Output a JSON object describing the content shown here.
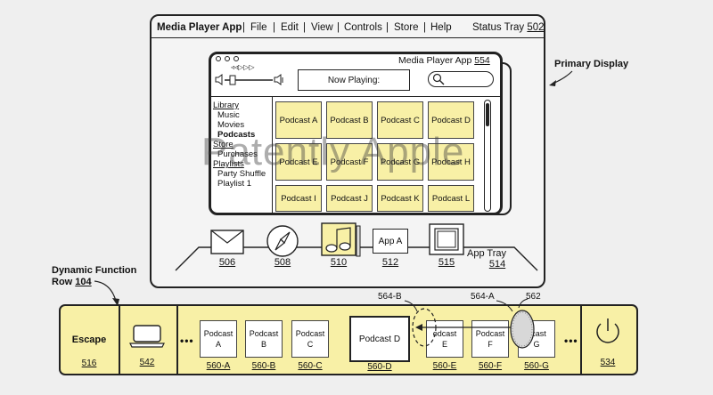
{
  "menubar": {
    "app_name": "Media Player App",
    "items": [
      "File",
      "Edit",
      "View",
      "Controls",
      "Store",
      "Help"
    ],
    "separator": "|",
    "status_tray": "Status Tray",
    "status_tray_ref": "502"
  },
  "window": {
    "title": "Media Player App",
    "title_ref": "554",
    "rewind_glyph": "◃◃",
    "play_glyph": "▷",
    "forward_glyph": "▷▷",
    "now_playing": "Now Playing:"
  },
  "sidebar": {
    "library": "Library",
    "library_items": [
      "Music",
      "Movies",
      "Podcasts"
    ],
    "store": "Store",
    "store_items": [
      "Purchases"
    ],
    "playlists": "Playlists",
    "playlist_items": [
      "Party Shuffle",
      "Playlist 1"
    ]
  },
  "tiles": [
    "Podcast A",
    "Podcast B",
    "Podcast C",
    "Podcast D",
    "Podcast E",
    "Podcast F",
    "Podcast G",
    "Podcast H",
    "Podcast I",
    "Podcast J",
    "Podcast K",
    "Podcast L"
  ],
  "dock": {
    "labels": [
      "506",
      "508",
      "510",
      "512",
      "515"
    ],
    "app_a": "App A",
    "app_tray": "App Tray",
    "app_tray_ref": "514"
  },
  "annotations": {
    "primary_display": "Primary Display",
    "dfr_line1": "Dynamic Function",
    "dfr_line2": "Row",
    "dfr_ref": "104",
    "ref_564b": "564-B",
    "ref_564a": "564-A",
    "ref_562": "562"
  },
  "touchbar": {
    "escape": "Escape",
    "escape_ref": "516",
    "laptop_ref": "542",
    "ellipsis": "•••",
    "podcast_word": "Podcast",
    "tiles": [
      {
        "letter": "A",
        "ref": "560-A"
      },
      {
        "letter": "B",
        "ref": "560-B"
      },
      {
        "letter": "C",
        "ref": "560-C"
      },
      {
        "letter": "E",
        "ref": "560-E"
      },
      {
        "letter": "F",
        "ref": "560-F"
      },
      {
        "letter": "G",
        "ref": "560-G"
      }
    ],
    "tile_d": "Podcast D",
    "tile_d_ref": "560-D",
    "power_ref": "534",
    "edge_text_e": "odcast",
    "edge_text_g": "dcast"
  },
  "watermark": "Patently Apple"
}
